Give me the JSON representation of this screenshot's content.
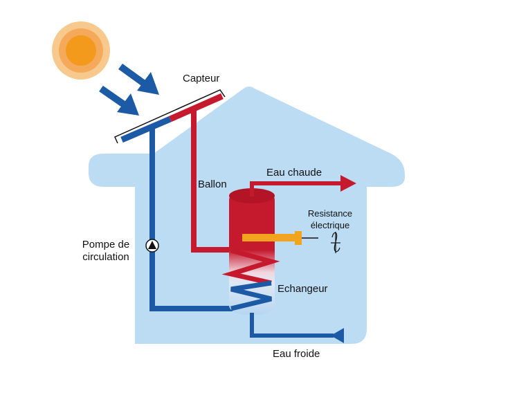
{
  "labels": {
    "capteur": "Capteur",
    "ballon": "Ballon",
    "eau_chaude": "Eau chaude",
    "resistance_line1": "Resistance",
    "resistance_line2": "électrique",
    "pompe_line1": "Pompe de",
    "pompe_line2": "circulation",
    "echangeur": "Echangeur",
    "eau_froide": "Eau froide"
  },
  "icons": {
    "sun": "sun-icon",
    "pump": "pump-icon",
    "power": "electric-symbol-icon"
  },
  "colors": {
    "house": "#bcdcf4",
    "hot": "#c51a2e",
    "cold": "#1c5aa6",
    "sun_outer": "#f7c98d",
    "sun_mid": "#f5a95a",
    "sun_core": "#f39a1d",
    "resistance": "#f2a41e",
    "text": "#111111"
  }
}
